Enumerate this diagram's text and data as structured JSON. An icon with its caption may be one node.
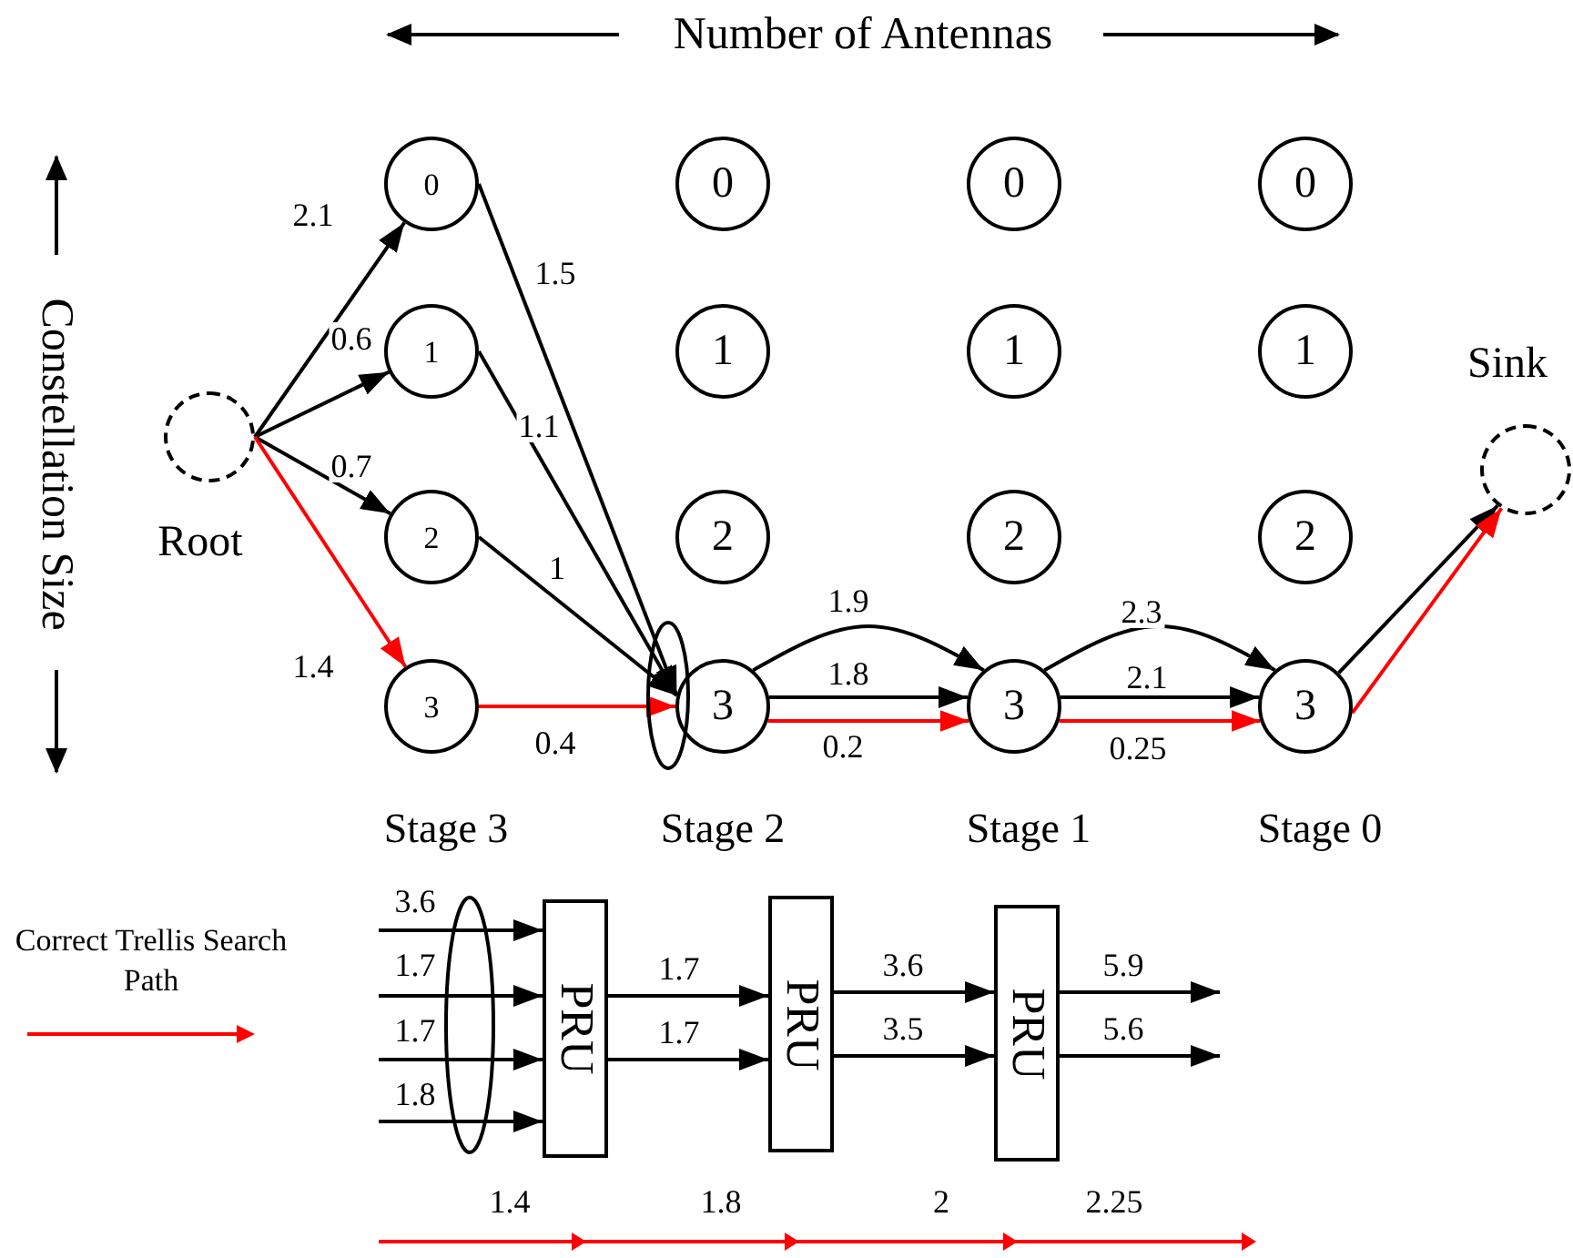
{
  "diagram": {
    "nodes": [
      {
        "text": [],
        "shape": "circle",
        "beside": [
          "Root"
        ]
      },
      {
        "text": [
          "0"
        ]
      },
      {
        "text": [
          "1"
        ]
      },
      {
        "text": [
          "2"
        ]
      },
      {
        "text": [
          "3"
        ]
      },
      {
        "text": [
          "0"
        ]
      },
      {
        "text": [
          "1"
        ]
      },
      {
        "text": [
          "2"
        ]
      },
      {
        "text": [
          "3"
        ]
      },
      {
        "text": [
          "0"
        ]
      },
      {
        "text": [
          "1"
        ]
      },
      {
        "text": [
          "2"
        ]
      },
      {
        "text": [
          "3"
        ]
      },
      {
        "text": [
          "0"
        ]
      },
      {
        "text": [
          "1"
        ]
      },
      {
        "text": [
          "2"
        ]
      },
      {
        "text": [
          "3"
        ]
      },
      {
        "text": [],
        "shape": "circle",
        "beside": [
          "Sink"
        ]
      },
      {
        "text": [
          "PRU"
        ]
      },
      {
        "text": [
          "PRU"
        ]
      },
      {
        "text": [
          "PRU"
        ]
      }
    ],
    "edges": [
      {
        "from": 0,
        "to": 1,
        "arrow": "to",
        "label": "2.1"
      },
      {
        "from": 0,
        "to": 2,
        "arrow": "to",
        "label": "0.6"
      },
      {
        "from": 0,
        "to": 3,
        "arrow": "to",
        "label": "0.7"
      },
      {
        "from": 0,
        "to": 4,
        "arrow": "to",
        "label": "1.4",
        "color": "#ff0000"
      },
      {
        "from": 1,
        "to": 8,
        "arrow": "to",
        "label": "1.5"
      },
      {
        "from": 2,
        "to": 8,
        "arrow": "to",
        "label": "1.1"
      },
      {
        "from": 3,
        "to": 8,
        "arrow": "to",
        "label": "1"
      },
      {
        "from": 4,
        "to": 8,
        "arrow": "to",
        "label": "0.4",
        "color": "#ff0000"
      },
      {
        "from": 8,
        "to": 12,
        "arrow": "to",
        "label": "1.9"
      },
      {
        "from": 8,
        "to": 12,
        "arrow": "to",
        "label": "1.8"
      },
      {
        "from": 8,
        "to": 12,
        "arrow": "to",
        "label": "0.2",
        "color": "#ff0000"
      },
      {
        "from": 12,
        "to": 16,
        "arrow": "to",
        "label": "2.3"
      },
      {
        "from": 12,
        "to": 16,
        "arrow": "to",
        "label": "2.1"
      },
      {
        "from": 12,
        "to": 16,
        "arrow": "to",
        "label": "0.25",
        "color": "#ff0000"
      },
      {
        "from": 16,
        "to": 17,
        "arrow": "to"
      },
      {
        "from": 16,
        "to": 17,
        "arrow": "to",
        "color": "#ff0000"
      },
      {
        "from": null,
        "to": 18,
        "arrow": "to",
        "label": "3.6"
      },
      {
        "from": null,
        "to": 18,
        "arrow": "to",
        "label": "1.7"
      },
      {
        "from": null,
        "to": 18,
        "arrow": "to",
        "label": "1.7"
      },
      {
        "from": null,
        "to": 18,
        "arrow": "to",
        "label": "1.8"
      },
      {
        "from": 18,
        "to": 19,
        "arrow": "to",
        "label": "1.7"
      },
      {
        "from": 18,
        "to": 19,
        "arrow": "to",
        "label": "1.7"
      },
      {
        "from": 19,
        "to": 20,
        "arrow": "to",
        "label": "3.6"
      },
      {
        "from": 19,
        "to": 20,
        "arrow": "to",
        "label": "3.5"
      },
      {
        "from": 20,
        "to": null,
        "arrow": "to",
        "label": "5.9"
      },
      {
        "from": 20,
        "to": null,
        "arrow": "to",
        "label": "5.6"
      }
    ],
    "labels": [
      "Number of Antennas",
      "Constellation Size",
      "Stage 3",
      "Stage 2",
      "Stage 1",
      "Stage 0",
      "1.4",
      "1.8",
      "2",
      "2.25"
    ],
    "legend": [
      {
        "text": "Correct Trellis Search Path"
      }
    ]
  }
}
